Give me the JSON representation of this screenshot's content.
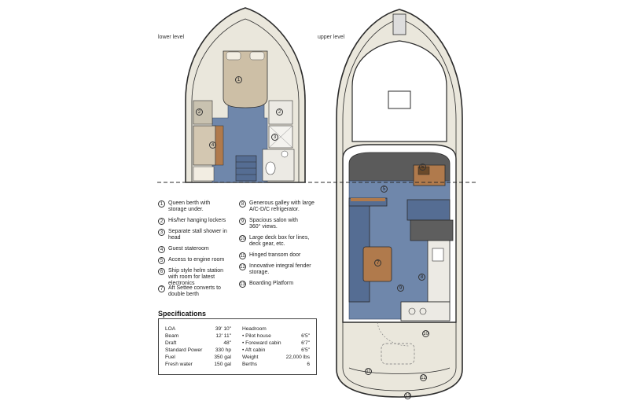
{
  "levels": {
    "lower": "lower level",
    "upper": "upper level"
  },
  "legend": [
    {
      "n": "1",
      "text": "Queen berth with storage under."
    },
    {
      "n": "2",
      "text": "His/her hanging lockers"
    },
    {
      "n": "3",
      "text": "Separate stall shower in head"
    },
    {
      "n": "4",
      "text": "Guest stateroom"
    },
    {
      "n": "5",
      "text": "Access to engine room"
    },
    {
      "n": "6",
      "text": "Ship style helm station with room for latest electronics"
    },
    {
      "n": "7",
      "text": "Aft Settee converts to double berth"
    },
    {
      "n": "8",
      "text": "Generous galley with large A/C-D/C refrigerator."
    },
    {
      "n": "9",
      "text": "Spacious salon with 360° views."
    },
    {
      "n": "10",
      "text": "Large deck box for lines, deck gear, etc."
    },
    {
      "n": "11",
      "text": "Hinged transom door"
    },
    {
      "n": "12",
      "text": "Innovative integral fender storage."
    },
    {
      "n": "13",
      "text": "Boarding Platform"
    }
  ],
  "specifications": {
    "title": "Specifications",
    "left": [
      {
        "label": "LOA",
        "value": "39' 10\""
      },
      {
        "label": "Beam",
        "value": "12' 11\""
      },
      {
        "label": "Draft",
        "value": "48\""
      },
      {
        "label": "Standard Power",
        "value": "330 hp"
      },
      {
        "label": "Fuel",
        "value": "350 gal"
      },
      {
        "label": "Fresh water",
        "value": "150 gal"
      }
    ],
    "headroom_label": "Headroom",
    "right": [
      {
        "label": "• Pilot house",
        "value": "6'5\""
      },
      {
        "label": "• Foreward cabin",
        "value": "6'7\""
      },
      {
        "label": "• Aft cabin",
        "value": "6'5\""
      },
      {
        "label": "Weight",
        "value": "22,000 lbs"
      },
      {
        "label": "Berths",
        "value": "6"
      }
    ]
  },
  "callouts": {
    "c1": "1",
    "c2a": "2",
    "c2b": "2",
    "c3": "3",
    "c4": "4",
    "c5": "5",
    "c6": "6",
    "c7": "7",
    "c8": "8",
    "c9": "9",
    "c10": "10",
    "c11": "11",
    "c12": "12",
    "c13": "13"
  },
  "colors": {
    "floor": "#6f87ab",
    "floor_dark": "#556d93",
    "wood": "#b07a4c",
    "berth": "#cdbfa6",
    "hull": "#e9e6db",
    "line": "#2b2b2b"
  }
}
